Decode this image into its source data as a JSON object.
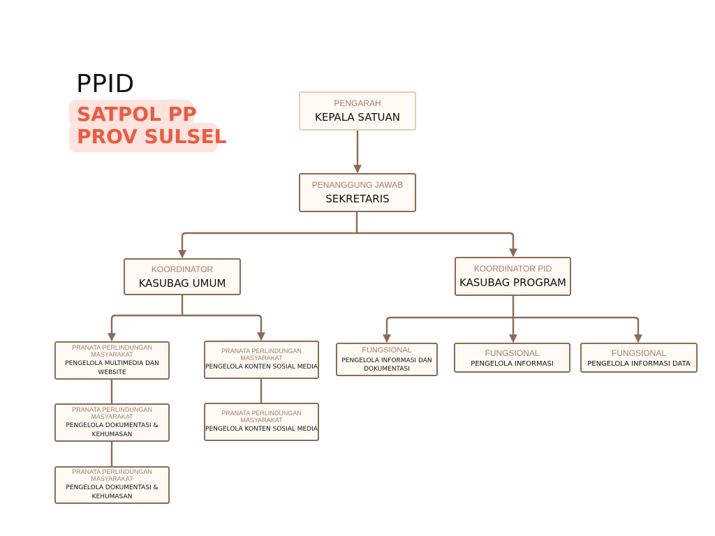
{
  "header": {
    "title": "PPID",
    "subtitle_line1": "SATPOL PP",
    "subtitle_line2": "PROV SULSEL"
  },
  "colors": {
    "connector": "#8b6b58",
    "box_fill": "#fffaf3",
    "accent": "#ee5a3e",
    "accent_bg": "#fde4df"
  },
  "nodes": {
    "pengarah": {
      "role": "PENGARAH",
      "name": "KEPALA SATUAN"
    },
    "penanggung_jawab": {
      "role": "PENANGGUNG JAWAB",
      "name": "SEKRETARIS"
    },
    "koordinator_umum": {
      "role": "KOORDINATOR",
      "name": "KASUBAG UMUM"
    },
    "koordinator_pid": {
      "role": "KOORDINATOR PID",
      "name": "KASUBAG PROGRAM"
    },
    "umum_1": {
      "role": "PRANATA PERLINDUNGAN MASYARAKAT",
      "name": "PENGELOLA MULTIMEDIA DAN WEBSITE"
    },
    "umum_2": {
      "role": "PRANATA PERLINDUNGAN MASYARAKAT",
      "name": "PENGELOLA DOKUMENTASI & KEHUMASAN"
    },
    "umum_3": {
      "role": "PRANATA PERLINDUNGAN MASYARAKAT",
      "name": "PENGELOLA DOKUMENTASI & KEHUMASAN"
    },
    "umum_4": {
      "role": "PRANATA PERLINDUNGAN MASYARAKAT",
      "name": "PENGELOLA KONTEN SOSIAL MEDIA"
    },
    "umum_5": {
      "role": "PRANATA PERLINDUNGAN MASYARAKAT",
      "name": "PENGELOLA KONTEN SOSIAL MEDIA"
    },
    "pid_1": {
      "role": "FUNGSIONAL",
      "name": "PENGELOLA INFORMASI DAN DOKUMENTASI"
    },
    "pid_2": {
      "role": "FUNGSIONAL",
      "name": "PENGELOLA INFORMASI"
    },
    "pid_3": {
      "role": "FUNGSIONAL",
      "name": "PENGELOLA INFORMASI DATA"
    }
  }
}
